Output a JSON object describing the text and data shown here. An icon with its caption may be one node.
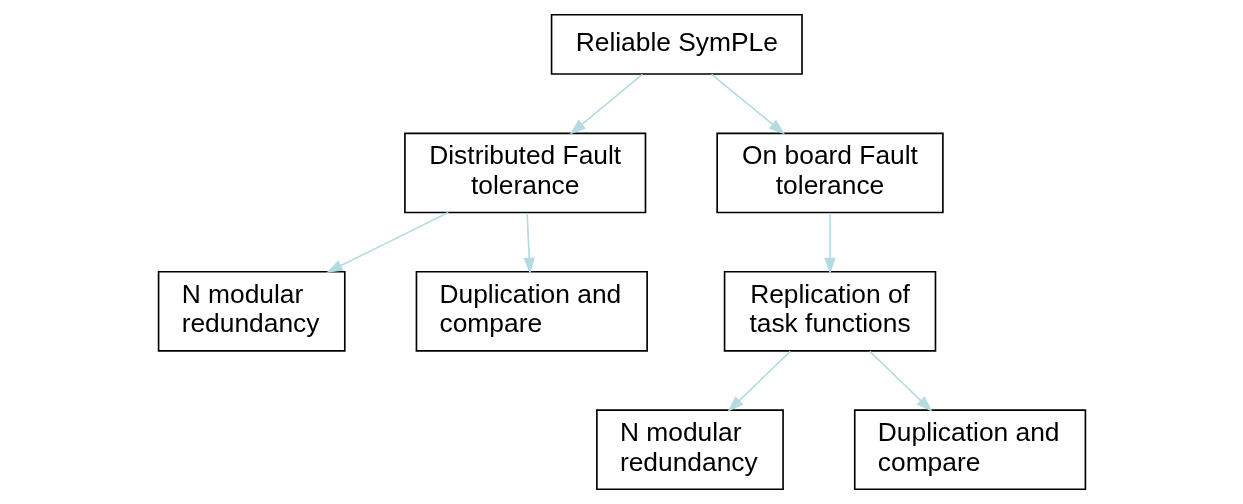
{
  "diagram": {
    "nodes": [
      {
        "text": [
          "Reliable SymPLe"
        ]
      },
      {
        "text": [
          "Distributed Fault tolerance"
        ]
      },
      {
        "text": [
          "On board Fault tolerance"
        ]
      },
      {
        "text": [
          "N modular redundancy"
        ]
      },
      {
        "text": [
          "Duplication and compare"
        ]
      },
      {
        "text": [
          "Replication of task functions"
        ]
      },
      {
        "text": [
          "N modular redundancy"
        ]
      },
      {
        "text": [
          "Duplication and compare"
        ]
      }
    ],
    "edges": [
      {
        "from": 0,
        "to": 1,
        "arrow": "to"
      },
      {
        "from": 0,
        "to": 2,
        "arrow": "to"
      },
      {
        "from": 1,
        "to": 3,
        "arrow": "to"
      },
      {
        "from": 1,
        "to": 4,
        "arrow": "to"
      },
      {
        "from": 2,
        "to": 5,
        "arrow": "to"
      },
      {
        "from": 5,
        "to": 6,
        "arrow": "to"
      },
      {
        "from": 5,
        "to": 7,
        "arrow": "to"
      }
    ]
  }
}
